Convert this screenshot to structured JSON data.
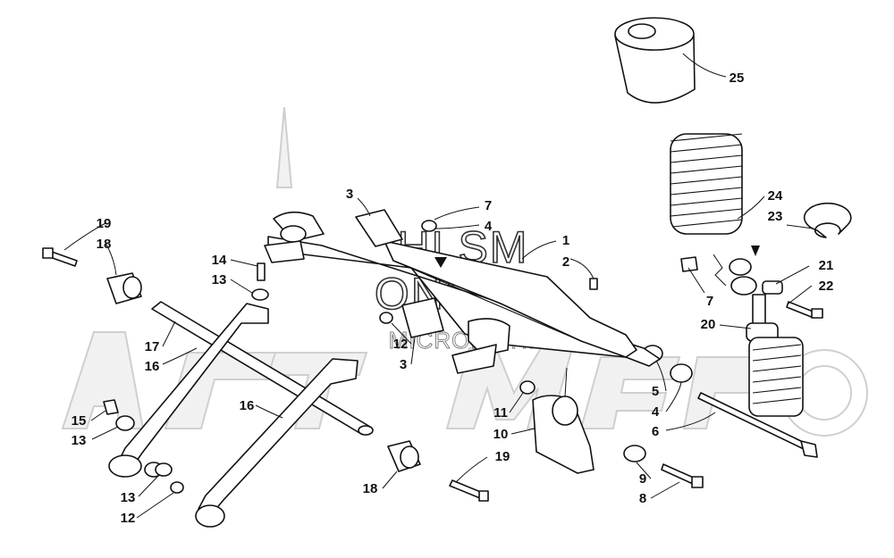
{
  "watermark": {
    "line1": "HLSM",
    "line2": "ONLINE",
    "line3": "MICROFICHE"
  },
  "labels": [
    {
      "id": "25",
      "text": "25"
    },
    {
      "id": "24",
      "text": "24"
    },
    {
      "id": "23",
      "text": "23"
    },
    {
      "id": "21",
      "text": "21"
    },
    {
      "id": "22",
      "text": "22"
    },
    {
      "id": "7b",
      "text": "7"
    },
    {
      "id": "20",
      "text": "20"
    },
    {
      "id": "3a",
      "text": "3"
    },
    {
      "id": "7a",
      "text": "7"
    },
    {
      "id": "4a",
      "text": "4"
    },
    {
      "id": "1",
      "text": "1"
    },
    {
      "id": "2",
      "text": "2"
    },
    {
      "id": "19a",
      "text": "19"
    },
    {
      "id": "18a",
      "text": "18"
    },
    {
      "id": "14",
      "text": "14"
    },
    {
      "id": "13a",
      "text": "13"
    },
    {
      "id": "12a",
      "text": "12"
    },
    {
      "id": "3b",
      "text": "3"
    },
    {
      "id": "17",
      "text": "17"
    },
    {
      "id": "16a",
      "text": "16"
    },
    {
      "id": "16b",
      "text": "16"
    },
    {
      "id": "15",
      "text": "15"
    },
    {
      "id": "13b",
      "text": "13"
    },
    {
      "id": "13c",
      "text": "13"
    },
    {
      "id": "12b",
      "text": "12"
    },
    {
      "id": "18b",
      "text": "18"
    },
    {
      "id": "19b",
      "text": "19"
    },
    {
      "id": "5",
      "text": "5"
    },
    {
      "id": "4b",
      "text": "4"
    },
    {
      "id": "6",
      "text": "6"
    },
    {
      "id": "11",
      "text": "11"
    },
    {
      "id": "10",
      "text": "10"
    },
    {
      "id": "9",
      "text": "9"
    },
    {
      "id": "8",
      "text": "8"
    }
  ]
}
